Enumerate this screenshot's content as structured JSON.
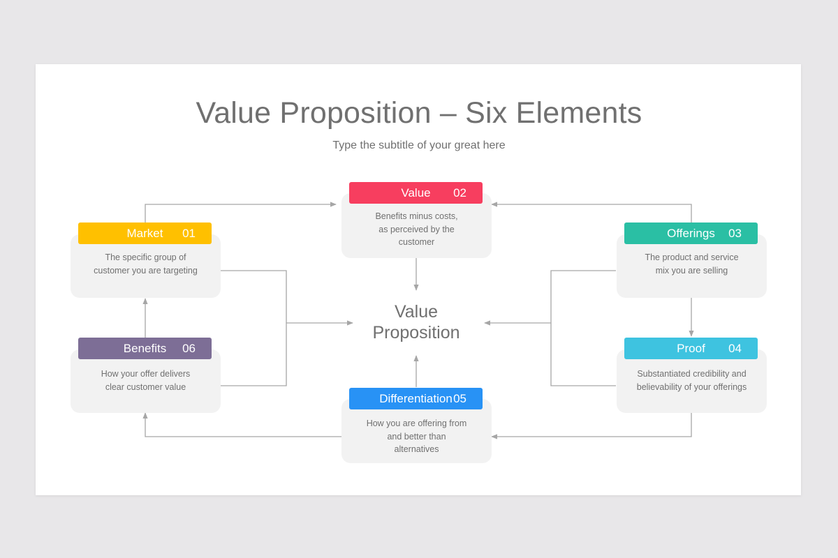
{
  "title": "Value Proposition – Six Elements",
  "subtitle": "Type the subtitle of your great here",
  "center": "Value\nProposition",
  "elements": {
    "market": {
      "label": "Market",
      "number": "01",
      "text": "The specific group of\ncustomer you are targeting",
      "color": "#ffc000"
    },
    "value": {
      "label": "Value",
      "number": "02",
      "text": "Benefits minus costs,\nas perceived by the\ncustomer",
      "color": "#f73e5f"
    },
    "offerings": {
      "label": "Offerings",
      "number": "03",
      "text": "The product and service\nmix you are selling",
      "color": "#2abfa4"
    },
    "proof": {
      "label": "Proof",
      "number": "04",
      "text": "Substantiated credibility and\nbelievability of your offerings",
      "color": "#3ec3e0"
    },
    "differentiation": {
      "label": "Differentiation",
      "number": "05",
      "text": "How you are offering from\nand better than\nalternatives",
      "color": "#2892f5"
    },
    "benefits": {
      "label": "Benefits",
      "number": "06",
      "text": "How your offer delivers\nclear customer value",
      "color": "#7d6e96"
    }
  },
  "colors": {
    "connector": "#a6a6a6",
    "card": "#f2f2f2",
    "text": "#707070",
    "background": "#e8e7e9"
  }
}
